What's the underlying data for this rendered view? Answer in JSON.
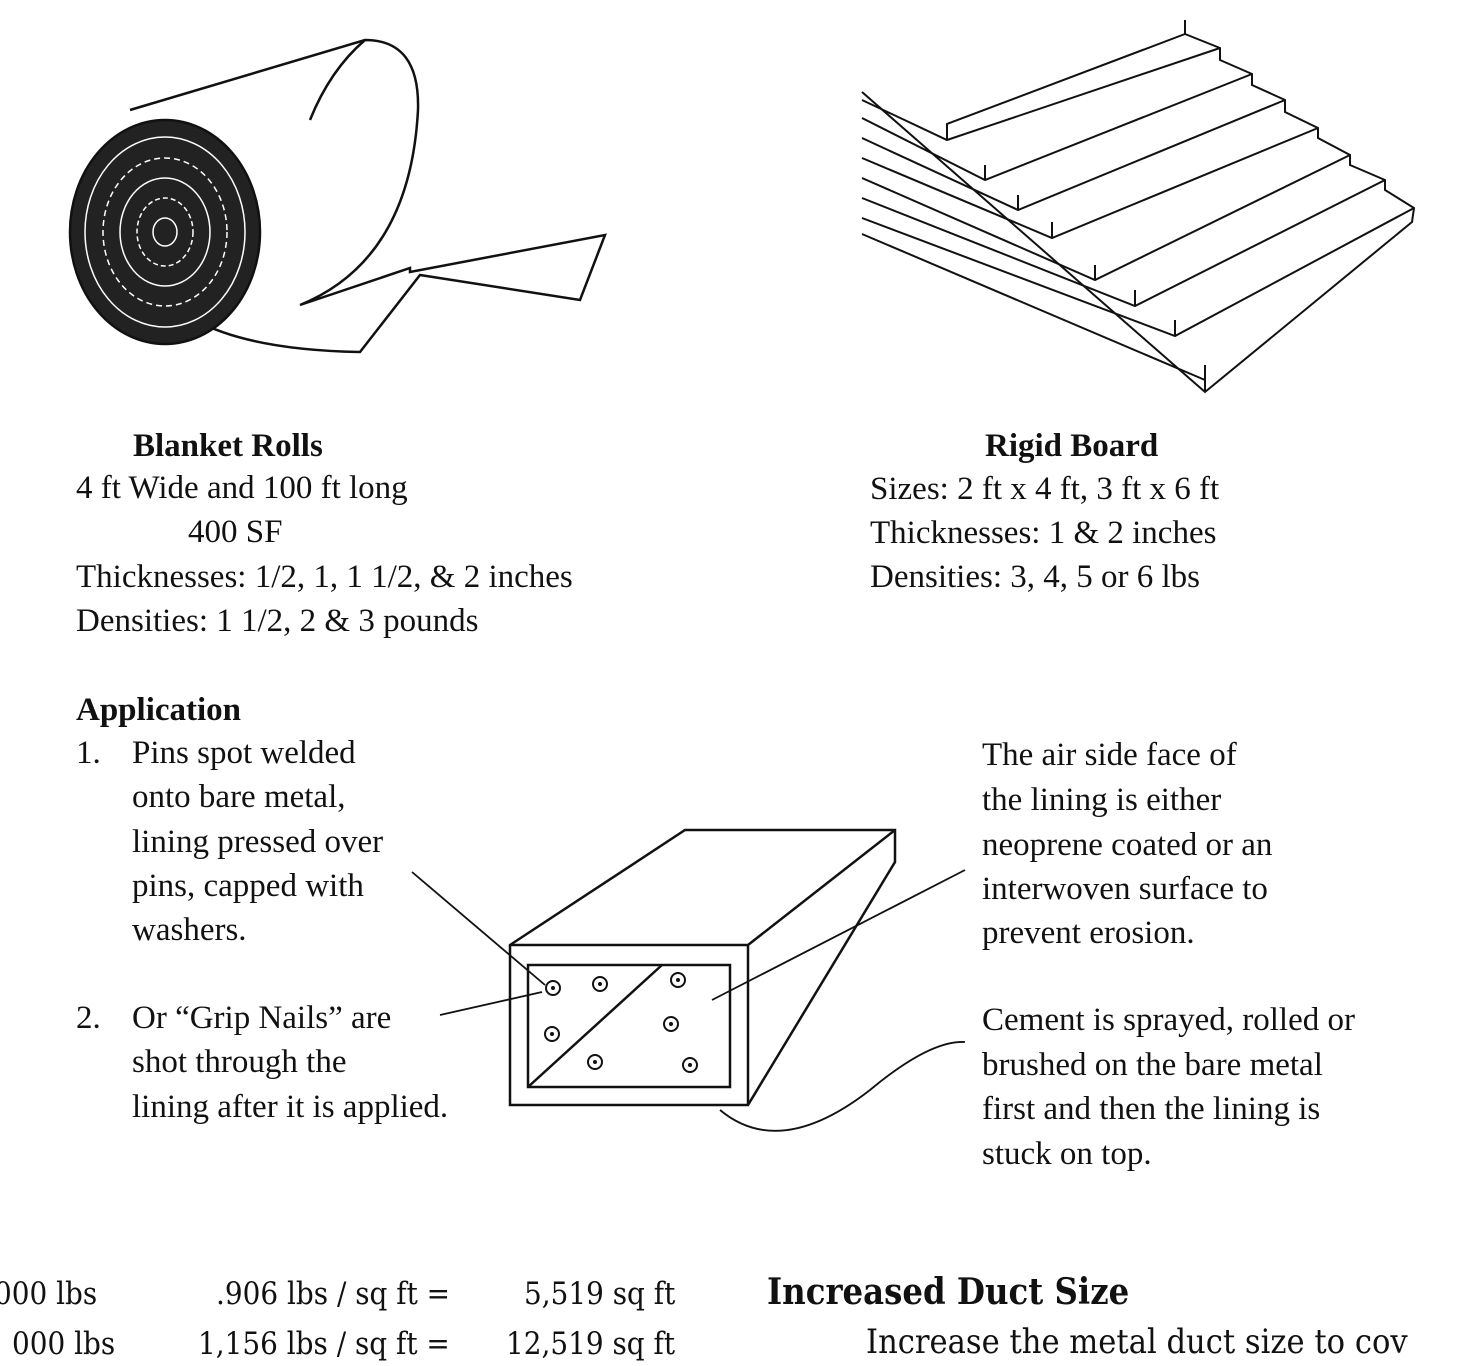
{
  "blanket": {
    "title": "Blanket Rolls",
    "lines": [
      "4 ft Wide and 100 ft long",
      "400 SF",
      "Thicknesses:  1/2, 1, 1 1/2, & 2 inches",
      "Densities:  1 1/2, 2 & 3 pounds"
    ]
  },
  "rigid": {
    "title": "Rigid Board",
    "lines": [
      "Sizes:  2 ft x 4 ft, 3 ft x 6 ft",
      "Thicknesses:  1 & 2 inches",
      "Densities:  3, 4, 5 or 6 lbs"
    ]
  },
  "application": {
    "title": "Application",
    "item1_num": "1.",
    "item1": [
      "Pins spot welded",
      "onto bare metal,",
      "lining pressed over",
      "pins, capped with",
      "washers."
    ],
    "item2_num": "2.",
    "item2": [
      "Or “Grip Nails” are",
      "shot through the",
      "lining after it is applied."
    ],
    "note_air": [
      "The air side face of",
      "the lining is either",
      "neoprene coated or an",
      "interwoven surface to",
      "prevent erosion."
    ],
    "note_cement": [
      "Cement is sprayed, rolled or",
      "brushed on the bare metal",
      "first and then the lining is",
      "stuck on top."
    ]
  },
  "bottom": {
    "row1": [
      "000 lbs",
      ".906 lbs / sq ft =",
      "5,519 sq ft"
    ],
    "row2": [
      "000 lbs",
      "1,156 lbs / sq ft =",
      "12,519 sq ft"
    ],
    "heading": "Increased Duct Size",
    "para": "Increase the metal duct size to cov"
  }
}
